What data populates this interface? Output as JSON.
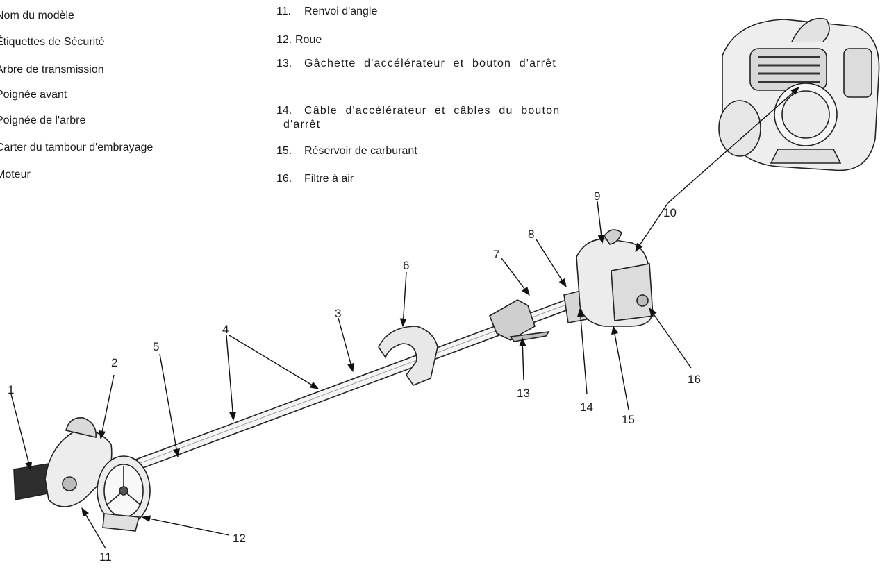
{
  "legend_left": [
    {
      "id": "top",
      "label": ""
    },
    {
      "id": "1",
      "label": "Nom du modèle"
    },
    {
      "id": "2",
      "label": "Étiquettes de Sécurité"
    },
    {
      "id": "3",
      "label": "Arbre de transmission"
    },
    {
      "id": "4",
      "label": "Poignée avant"
    },
    {
      "id": "5",
      "label": "Poignée de l'arbre"
    },
    {
      "id": "6",
      "label": "Carter du tambour d'embrayage"
    },
    {
      "id": "7",
      "label": "Moteur"
    }
  ],
  "legend_right": [
    {
      "num": "11.",
      "label": "Renvoi d'angle"
    },
    {
      "num": "12.",
      "label": "Roue"
    },
    {
      "num": "13.",
      "label": "Gâchette d'accélérateur et bouton d'arrêt"
    },
    {
      "num": "14.",
      "label": "Câble d'accélérateur et câbles du bouton d'arrêt"
    },
    {
      "num": "15.",
      "label": "Réservoir de carburant"
    },
    {
      "num": "16.",
      "label": "Filtre à air"
    }
  ],
  "callouts": [
    "1",
    "2",
    "3",
    "4",
    "5",
    "6",
    "7",
    "8",
    "9",
    "10",
    "11",
    "12",
    "13",
    "14",
    "15",
    "16"
  ]
}
